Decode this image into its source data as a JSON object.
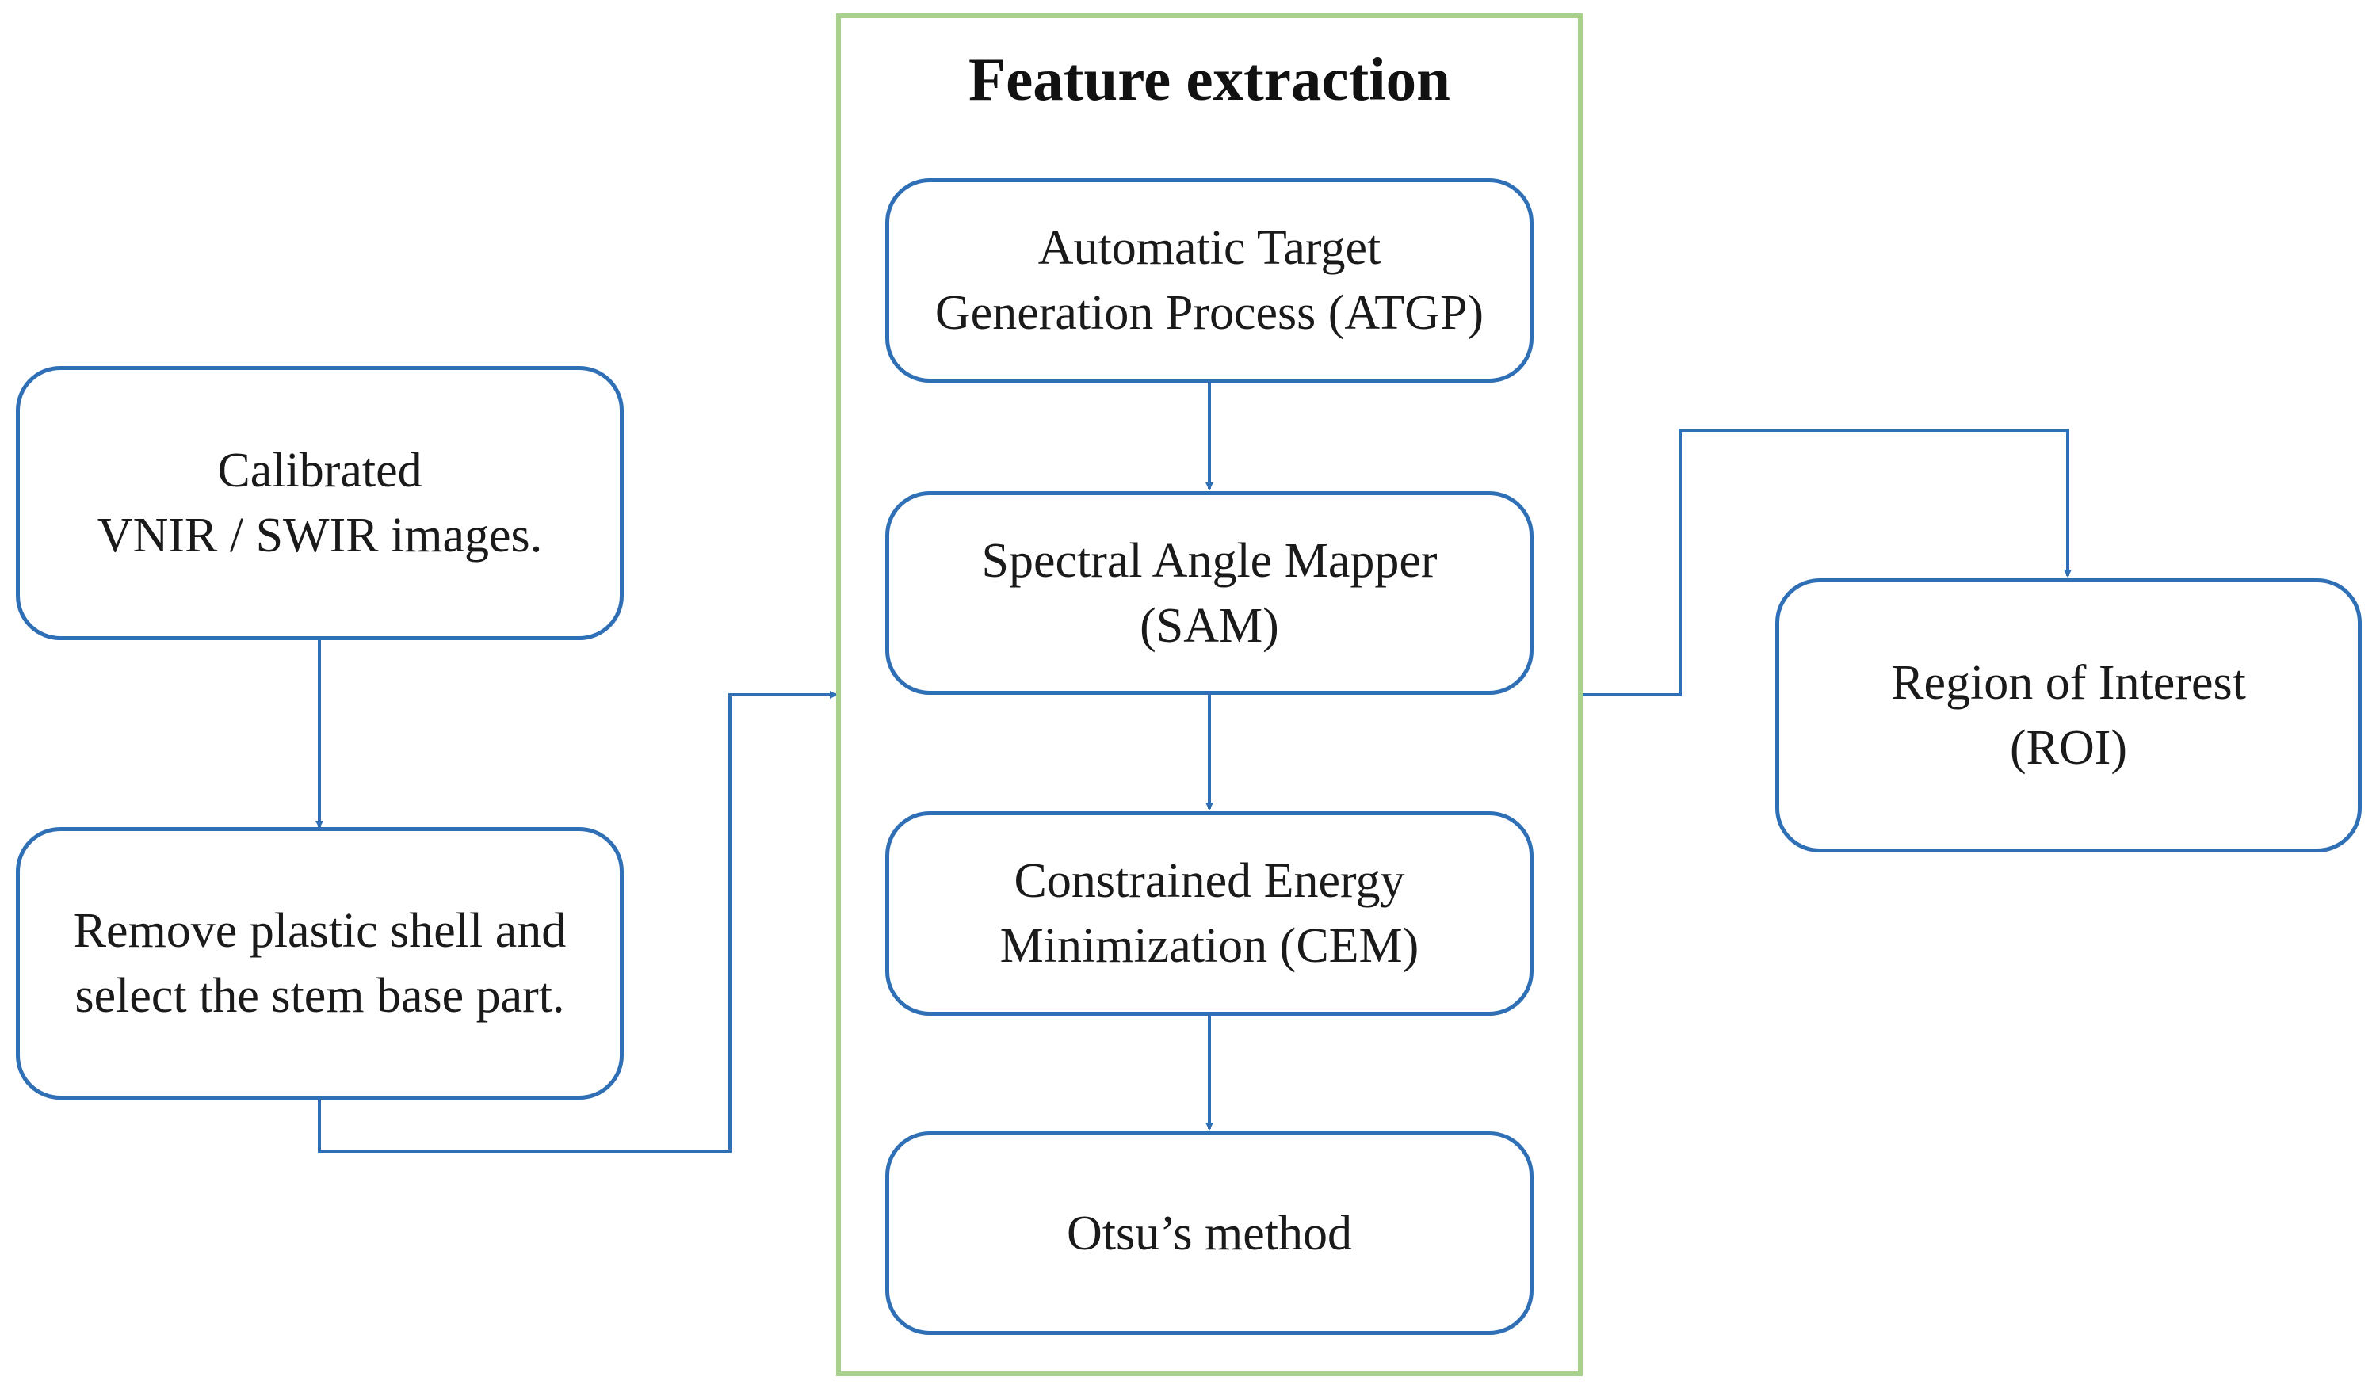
{
  "diagram": {
    "group": {
      "title": "Feature extraction"
    },
    "nodes": {
      "calibrated": "Calibrated\nVNIR / SWIR images.",
      "remove_shell": "Remove plastic shell and\nselect the stem base part.",
      "atgp": "Automatic Target\nGeneration Process (ATGP)",
      "sam": "Spectral Angle Mapper\n(SAM)",
      "cem": "Constrained Energy\nMinimization (CEM)",
      "otsu": "Otsu’s method",
      "roi": "Region of Interest\n(ROI)"
    },
    "colors": {
      "node_border": "#2e6fb5",
      "connector": "#2e6fb5",
      "group_border": "#a9d18e"
    }
  }
}
